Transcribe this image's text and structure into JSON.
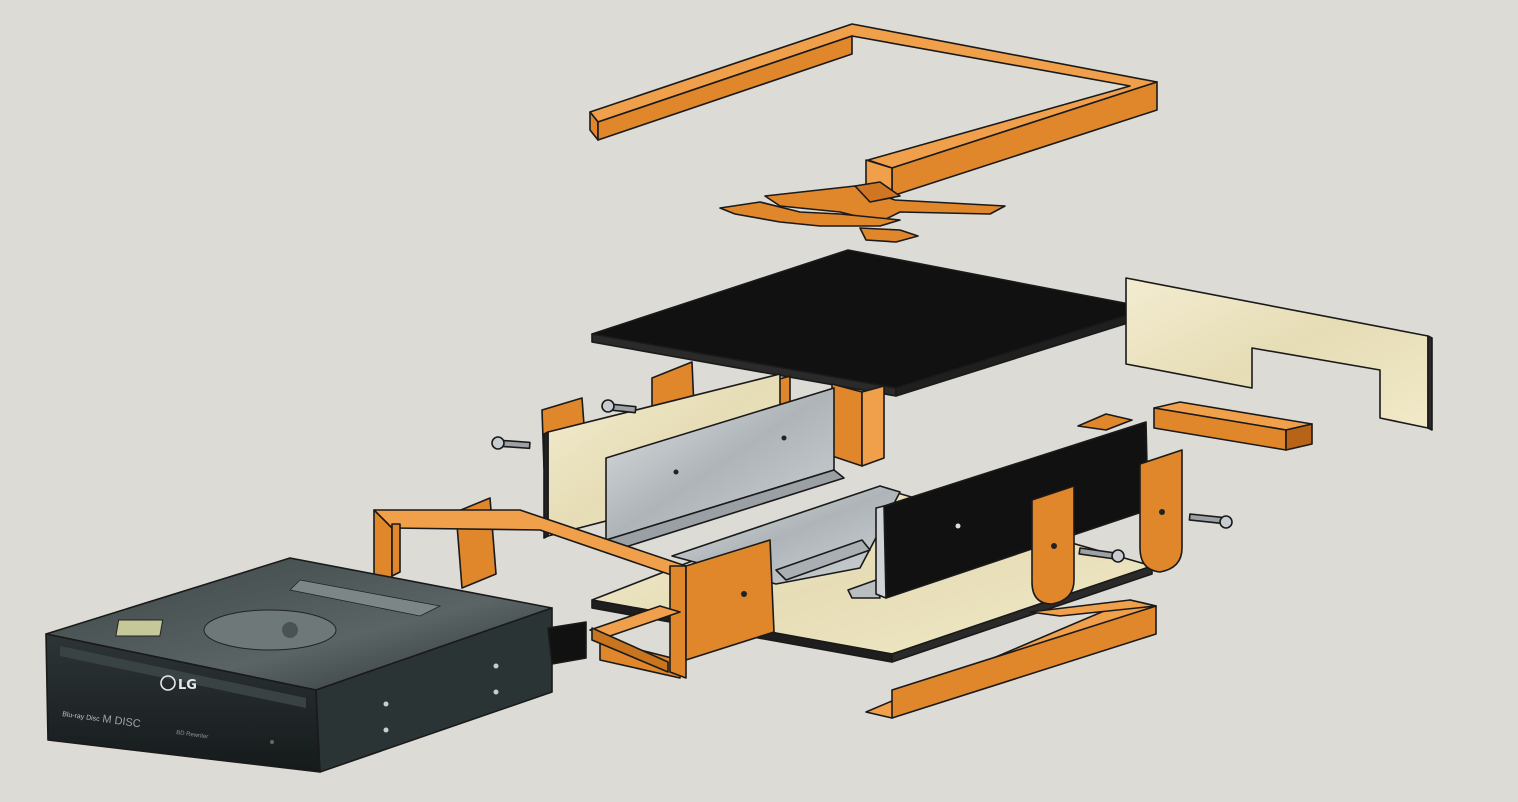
{
  "drive": {
    "brand": "LG",
    "format_logo": "Blu-ray Disc",
    "media_logo": "M DISC",
    "model_text": "BD Rewriter"
  },
  "colors": {
    "background": "#dcdbd6",
    "orange_face": "#e0862b",
    "orange_top": "#f0a04a",
    "orange_side": "#b86418",
    "wood": "#efe8c8",
    "wood_dark": "#d8cfa6",
    "black_panel": "#111111",
    "metal": "#c9cdd0",
    "metal_dark": "#8e9498",
    "drive_body": "#2f3838",
    "drive_front": "#1d2224"
  },
  "icons": [
    "screw-icon",
    "drive-icon"
  ]
}
